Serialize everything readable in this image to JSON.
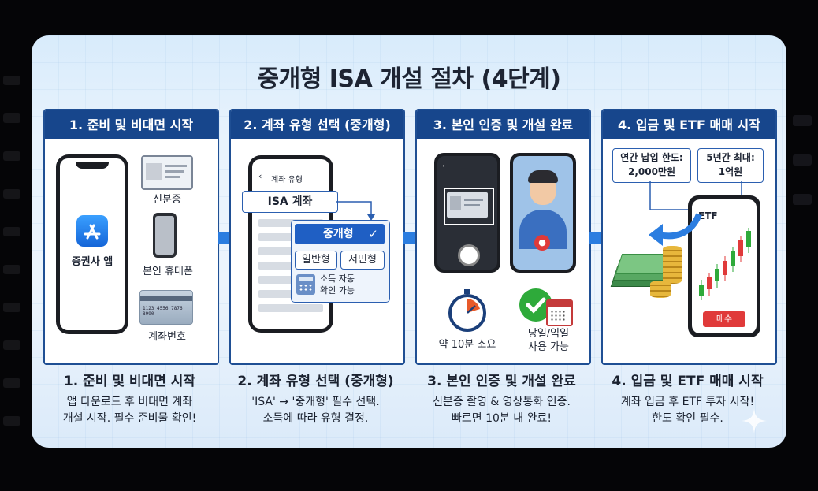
{
  "title": "중개형 ISA 개설 절차 (4단계)",
  "steps": [
    {
      "header": "1. 준비 및 비대면 시작",
      "app_label": "증권사 앱",
      "items": [
        "신분증",
        "본인 휴대폰",
        "계좌번호"
      ],
      "card_number": "1123 4556 7876 8990",
      "caption_title": "1. 준비 및 비대면 시작",
      "caption_lines": [
        "앱 다운로드 후 비대면 계좌",
        "개설 시작. 필수 준비물 확인!"
      ]
    },
    {
      "header": "2. 계좌 유형 선택 (중개형)",
      "screen_title": "계좌 유형",
      "isa_label": "ISA 계좌",
      "selected_option": "중개형",
      "option_general": "일반형",
      "option_seomin": "서민형",
      "income_note": [
        "소득 자동",
        "확인 가능"
      ],
      "caption_title": "2. 계좌 유형 선택 (중개형)",
      "caption_lines": [
        "'ISA' → '중개형' 필수 선택.",
        "소득에 따라 유형 결정."
      ]
    },
    {
      "header": "3. 본인 인증 및 개설 완료",
      "time_label": "약 10분 소요",
      "usage_label": [
        "당일/익일",
        "사용 가능"
      ],
      "caption_title": "3. 본인 인증 및 개설 완료",
      "caption_lines": [
        "신분증 촬영 & 영상통화 인증.",
        "빠르면 10분 내 완료!"
      ]
    },
    {
      "header": "4. 입금 및 ETF 매매 시작",
      "limit_annual": [
        "연간 납입 한도:",
        "2,000만원"
      ],
      "limit_5y": [
        "5년간 최대:",
        "1억원"
      ],
      "etf_label": "ETF",
      "buy_label": "매수",
      "caption_title": "4. 입금 및 ETF 매매 시작",
      "caption_lines": [
        "계좌 입금 후 ETF 투자 시작!",
        "한도 확인 필수."
      ]
    }
  ],
  "colors": {
    "header_bg": "#17468c",
    "arrow": "#2b7de0",
    "accent_check": "#2eaa3a",
    "buy_button": "#e03a3a"
  }
}
